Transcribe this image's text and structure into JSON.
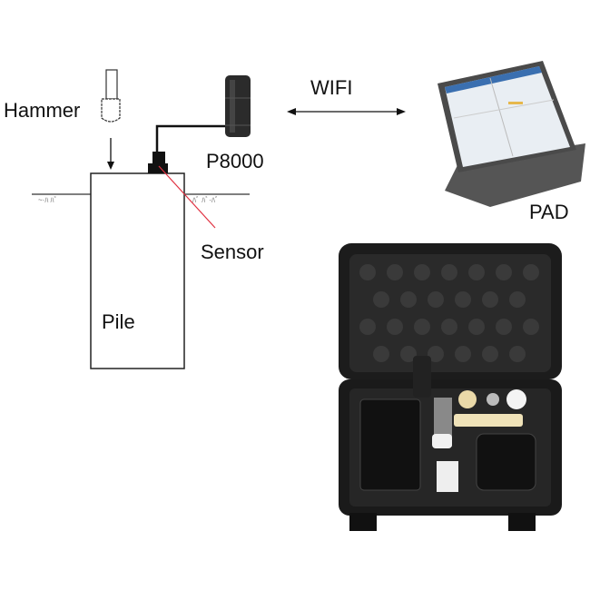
{
  "labels": {
    "hammer": "Hammer",
    "device": "P8000",
    "wifi": "WIFI",
    "sensor": "Sensor",
    "pile": "Pile",
    "pad": "PAD"
  },
  "colors": {
    "sensor_line": "#e03040",
    "case": "#1c1c1c",
    "foam": "#2a2a2a"
  }
}
